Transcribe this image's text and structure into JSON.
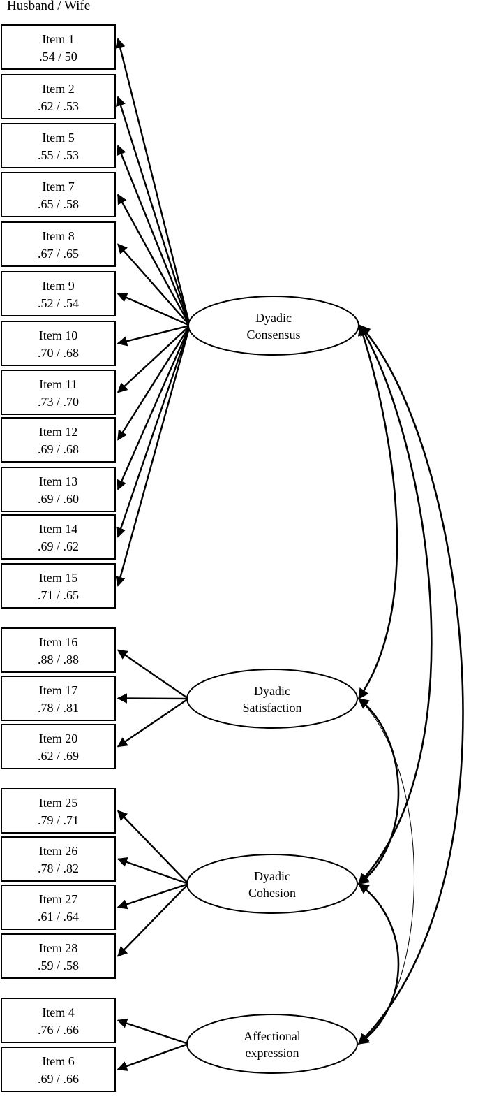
{
  "header": {
    "title": "Husband / Wife"
  },
  "items": [
    {
      "label": "Item 1",
      "loadings": ".54 / 50",
      "factor": "consensus"
    },
    {
      "label": "Item 2",
      "loadings": ".62 / .53",
      "factor": "consensus"
    },
    {
      "label": "Item 5",
      "loadings": ".55 / .53",
      "factor": "consensus"
    },
    {
      "label": "Item 7",
      "loadings": ".65 / .58",
      "factor": "consensus"
    },
    {
      "label": "Item 8",
      "loadings": ".67 / .65",
      "factor": "consensus"
    },
    {
      "label": "Item 9",
      "loadings": ".52 / .54",
      "factor": "consensus"
    },
    {
      "label": "Item 10",
      "loadings": ".70 / .68",
      "factor": "consensus"
    },
    {
      "label": "Item 11",
      "loadings": ".73 / .70",
      "factor": "consensus"
    },
    {
      "label": "Item 12",
      "loadings": ".69 / .68",
      "factor": "consensus"
    },
    {
      "label": "Item 13",
      "loadings": ".69 / .60",
      "factor": "consensus"
    },
    {
      "label": "Item 14",
      "loadings": ".69 / .62",
      "factor": "consensus"
    },
    {
      "label": "Item 15",
      "loadings": ".71 / .65",
      "factor": "consensus"
    },
    {
      "label": "Item 16",
      "loadings": ".88 / .88",
      "factor": "satisfaction"
    },
    {
      "label": "Item 17",
      "loadings": ".78 / .81",
      "factor": "satisfaction"
    },
    {
      "label": "Item 20",
      "loadings": ".62 / .69",
      "factor": "satisfaction"
    },
    {
      "label": "Item 25",
      "loadings": ".79 / .71",
      "factor": "cohesion"
    },
    {
      "label": "Item 26",
      "loadings": ".78 / .82",
      "factor": "cohesion"
    },
    {
      "label": "Item 27",
      "loadings": ".61 / .64",
      "factor": "cohesion"
    },
    {
      "label": "Item 28",
      "loadings": ".59 / .58",
      "factor": "cohesion"
    },
    {
      "label": "Item 4",
      "loadings": ".76 / .66",
      "factor": "affection"
    },
    {
      "label": "Item 6",
      "loadings": ".69 / .66",
      "factor": "affection"
    }
  ],
  "factors": [
    {
      "id": "consensus",
      "line1": "Dyadic",
      "line2": "Consensus"
    },
    {
      "id": "satisfaction",
      "line1": "Dyadic",
      "line2": "Satisfaction"
    },
    {
      "id": "cohesion",
      "line1": "Dyadic",
      "line2": "Cohesion"
    },
    {
      "id": "affection",
      "line1": "Affectional",
      "line2": "expression"
    }
  ],
  "covariances": [
    {
      "from": "consensus",
      "to": "satisfaction",
      "weight": "bold"
    },
    {
      "from": "consensus",
      "to": "cohesion",
      "weight": "bold"
    },
    {
      "from": "consensus",
      "to": "affection",
      "weight": "bold"
    },
    {
      "from": "satisfaction",
      "to": "cohesion",
      "weight": "bold"
    },
    {
      "from": "satisfaction",
      "to": "affection",
      "weight": "thin"
    },
    {
      "from": "cohesion",
      "to": "affection",
      "weight": "bold"
    }
  ]
}
